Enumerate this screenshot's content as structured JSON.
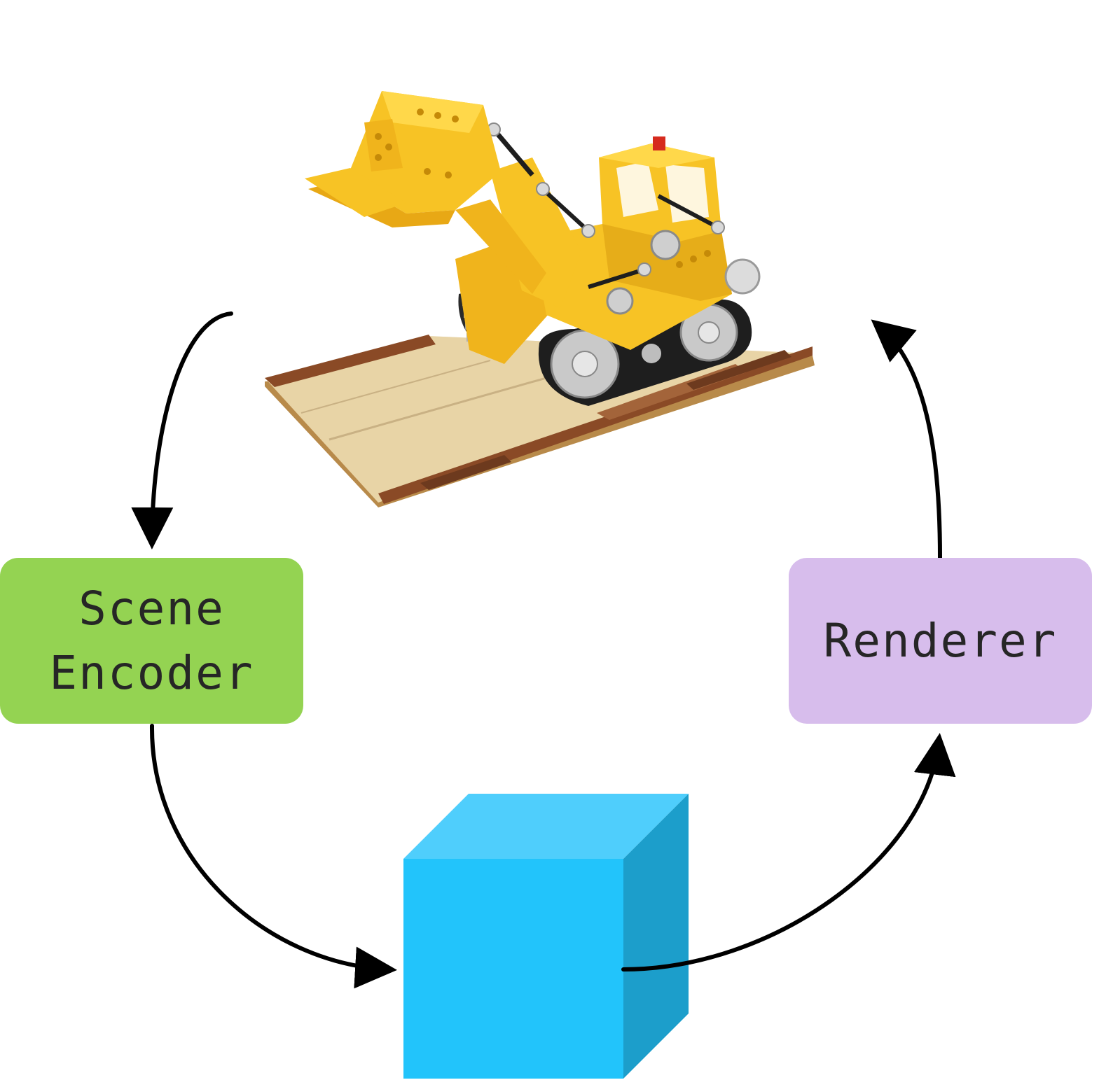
{
  "scene_image": {
    "icon": "lego-bulldozer-loader",
    "colors": {
      "body_yellow": "#f7c325",
      "body_shade": "#d99a10",
      "tread_black": "#1e1e1e",
      "wheel_grey": "#c9c9c9",
      "base_tan": "#e8d4a6",
      "base_brown": "#8a4a26"
    }
  },
  "encoder": {
    "label": "Scene\nEncoder",
    "color": "#94d352"
  },
  "renderer": {
    "label": "Renderer",
    "color": "#d7bdec"
  },
  "latent": {
    "icon": "cube-icon",
    "colors": {
      "front": "#22c4fb",
      "top": "#4fcefc",
      "side": "#1c9ecb"
    }
  },
  "arrow_color": "#000000"
}
